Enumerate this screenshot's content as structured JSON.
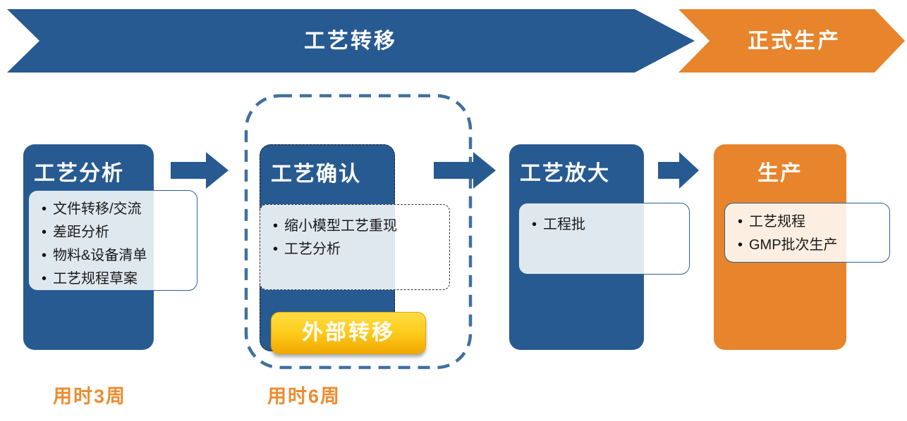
{
  "banner": {
    "left_label": "工艺转移",
    "right_label": "正式生产"
  },
  "stages": [
    {
      "title": "工艺分析",
      "items": [
        "文件转移/交流",
        "差距分析",
        "物料&设备清单",
        "工艺规程草案"
      ],
      "duration": "用时3周"
    },
    {
      "title": "工艺确认",
      "items": [
        "缩小模型工艺重现",
        "工艺分析"
      ],
      "badge": "外部转移",
      "duration": "用时6周"
    },
    {
      "title": "工艺放大",
      "items": [
        "工程批"
      ]
    },
    {
      "title": "生产",
      "items": [
        "工艺规程",
        "GMP批次生产"
      ]
    }
  ],
  "colors": {
    "stage_blue": "#275A91",
    "stage_orange": "#E8842B",
    "badge_gradient_top": "#FFDC45",
    "badge_gradient_bottom": "#F0A800",
    "duration_text": "#ED8C2F",
    "dashed_group_border": "#41709F",
    "card_border_blue": "#2E6094"
  }
}
